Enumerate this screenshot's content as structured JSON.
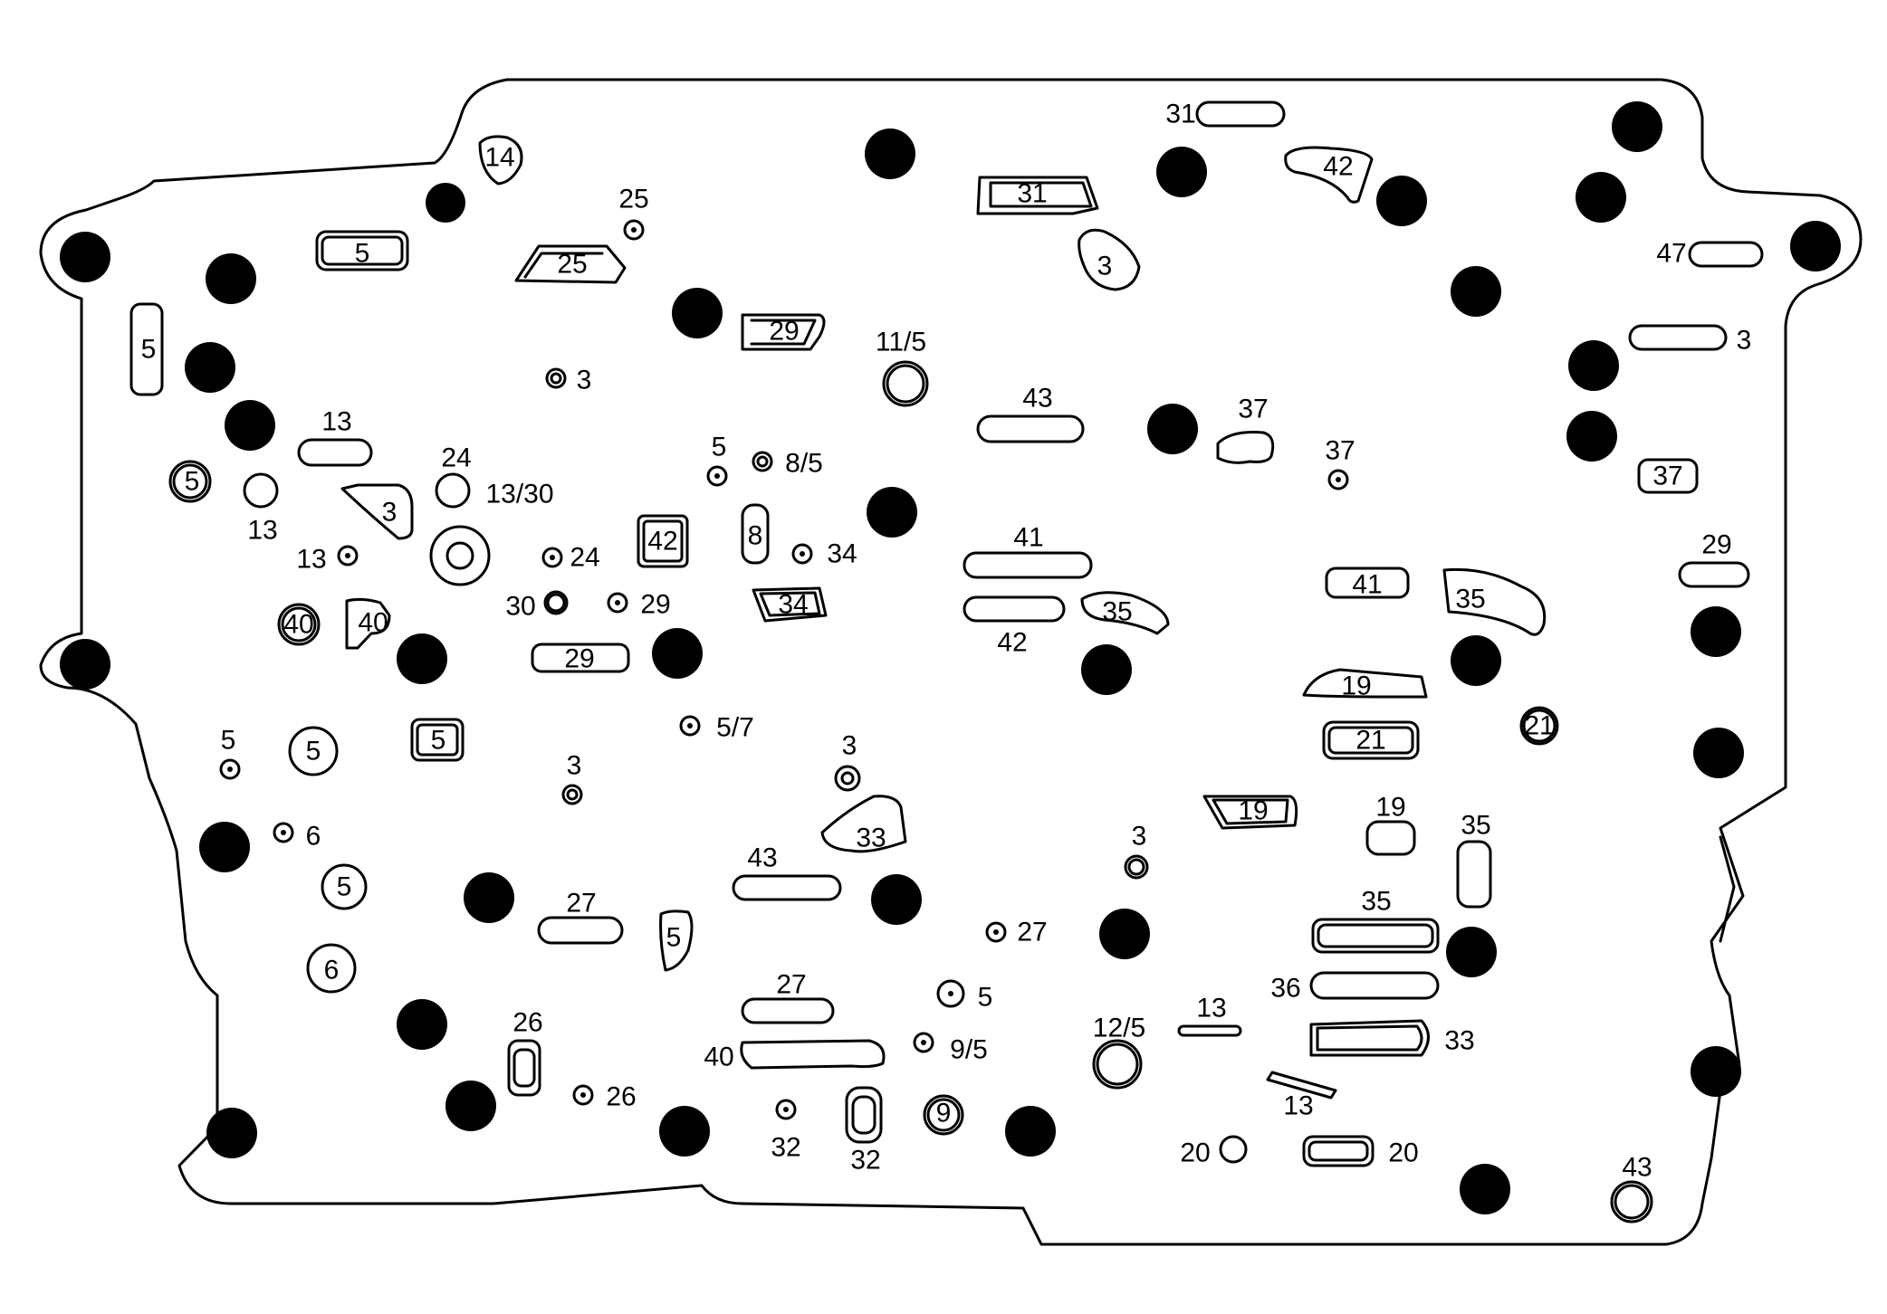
{
  "colors": {
    "ink": "#000000",
    "paper": "#ffffff"
  },
  "bolt_count": 37,
  "callouts": [
    {
      "text": "14"
    },
    {
      "text": "5"
    },
    {
      "text": "25"
    },
    {
      "text": "25"
    },
    {
      "text": "5"
    },
    {
      "text": "29"
    },
    {
      "text": "11/5"
    },
    {
      "text": "31"
    },
    {
      "text": "31"
    },
    {
      "text": "42"
    },
    {
      "text": "3"
    },
    {
      "text": "47"
    },
    {
      "text": "3"
    },
    {
      "text": "3"
    },
    {
      "text": "13"
    },
    {
      "text": "24"
    },
    {
      "text": "5"
    },
    {
      "text": "13/30"
    },
    {
      "text": "3"
    },
    {
      "text": "13"
    },
    {
      "text": "13"
    },
    {
      "text": "24"
    },
    {
      "text": "42"
    },
    {
      "text": "5"
    },
    {
      "text": "8/5"
    },
    {
      "text": "8"
    },
    {
      "text": "34"
    },
    {
      "text": "43"
    },
    {
      "text": "37"
    },
    {
      "text": "37"
    },
    {
      "text": "37"
    },
    {
      "text": "41"
    },
    {
      "text": "42"
    },
    {
      "text": "35"
    },
    {
      "text": "41"
    },
    {
      "text": "35"
    },
    {
      "text": "29"
    },
    {
      "text": "40"
    },
    {
      "text": "40"
    },
    {
      "text": "30"
    },
    {
      "text": "29"
    },
    {
      "text": "34"
    },
    {
      "text": "29"
    },
    {
      "text": "5/7"
    },
    {
      "text": "19"
    },
    {
      "text": "21"
    },
    {
      "text": "21"
    },
    {
      "text": "5"
    },
    {
      "text": "5"
    },
    {
      "text": "5"
    },
    {
      "text": "3"
    },
    {
      "text": "3"
    },
    {
      "text": "6"
    },
    {
      "text": "33"
    },
    {
      "text": "19"
    },
    {
      "text": "19"
    },
    {
      "text": "35"
    },
    {
      "text": "3"
    },
    {
      "text": "5"
    },
    {
      "text": "43"
    },
    {
      "text": "27"
    },
    {
      "text": "5"
    },
    {
      "text": "27"
    },
    {
      "text": "35"
    },
    {
      "text": "6"
    },
    {
      "text": "36"
    },
    {
      "text": "27"
    },
    {
      "text": "5"
    },
    {
      "text": "26"
    },
    {
      "text": "40"
    },
    {
      "text": "9/5"
    },
    {
      "text": "12/5"
    },
    {
      "text": "13"
    },
    {
      "text": "33"
    },
    {
      "text": "13"
    },
    {
      "text": "26"
    },
    {
      "text": "32"
    },
    {
      "text": "32"
    },
    {
      "text": "9"
    },
    {
      "text": "20"
    },
    {
      "text": "20"
    },
    {
      "text": "43"
    }
  ]
}
